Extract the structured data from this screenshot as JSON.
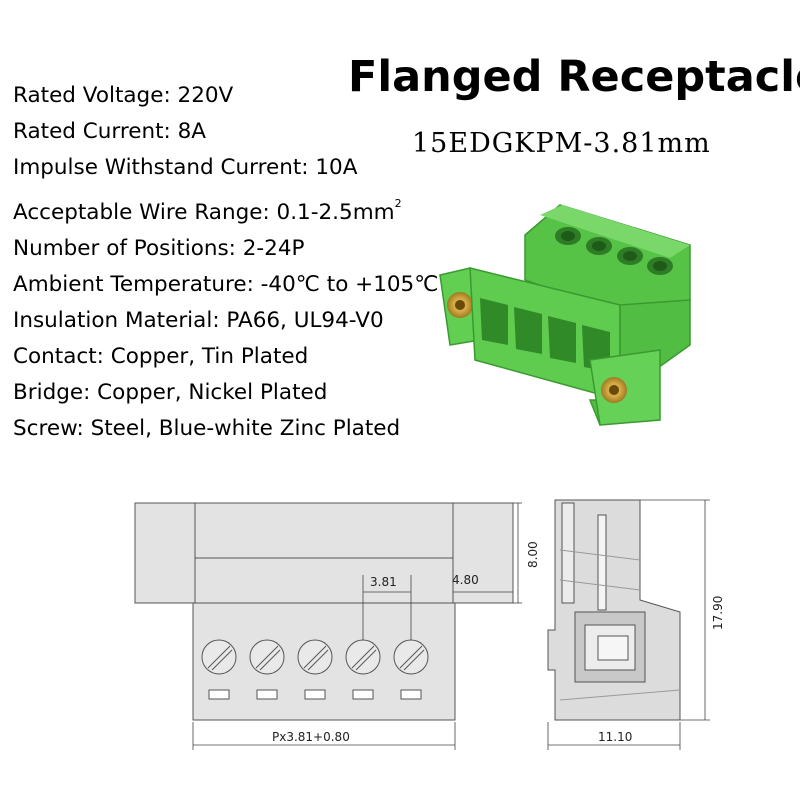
{
  "title": "Flanged Receptacle",
  "model": "15EDGKPM-3.81mm",
  "specs": [
    {
      "label": "Rated Voltage",
      "value": "220V"
    },
    {
      "label": "Rated Current",
      "value": "8A"
    },
    {
      "label": "Impulse Withstand Current",
      "value": "10A"
    },
    {
      "label": "Acceptable Wire Range",
      "value": "0.1-2.5mm",
      "sup": "2"
    },
    {
      "label": "Number of Positions",
      "value": "2-24P"
    },
    {
      "label": "Ambient Temperature",
      "value": "-40℃ to +105℃"
    },
    {
      "label": "Insulation Material",
      "value": "PA66, UL94-V0"
    },
    {
      "label": "Contact",
      "value": "Copper, Tin Plated"
    },
    {
      "label": "Bridge",
      "value": "Copper, Nickel Plated"
    },
    {
      "label": "Screw",
      "value": "Steel, Blue-white Zinc Plated"
    }
  ],
  "dimensions": {
    "pitch": "3.81",
    "flange": "4.80",
    "height": "8.00",
    "length_formula": "Px3.81+0.80",
    "side_width": "11.10",
    "side_height": "17.90"
  },
  "colors": {
    "body_green": "#5fcb4f",
    "dark_green": "#3a9a30",
    "brass": "#c9a23e",
    "drawing_gray": "#d9d9d9"
  }
}
